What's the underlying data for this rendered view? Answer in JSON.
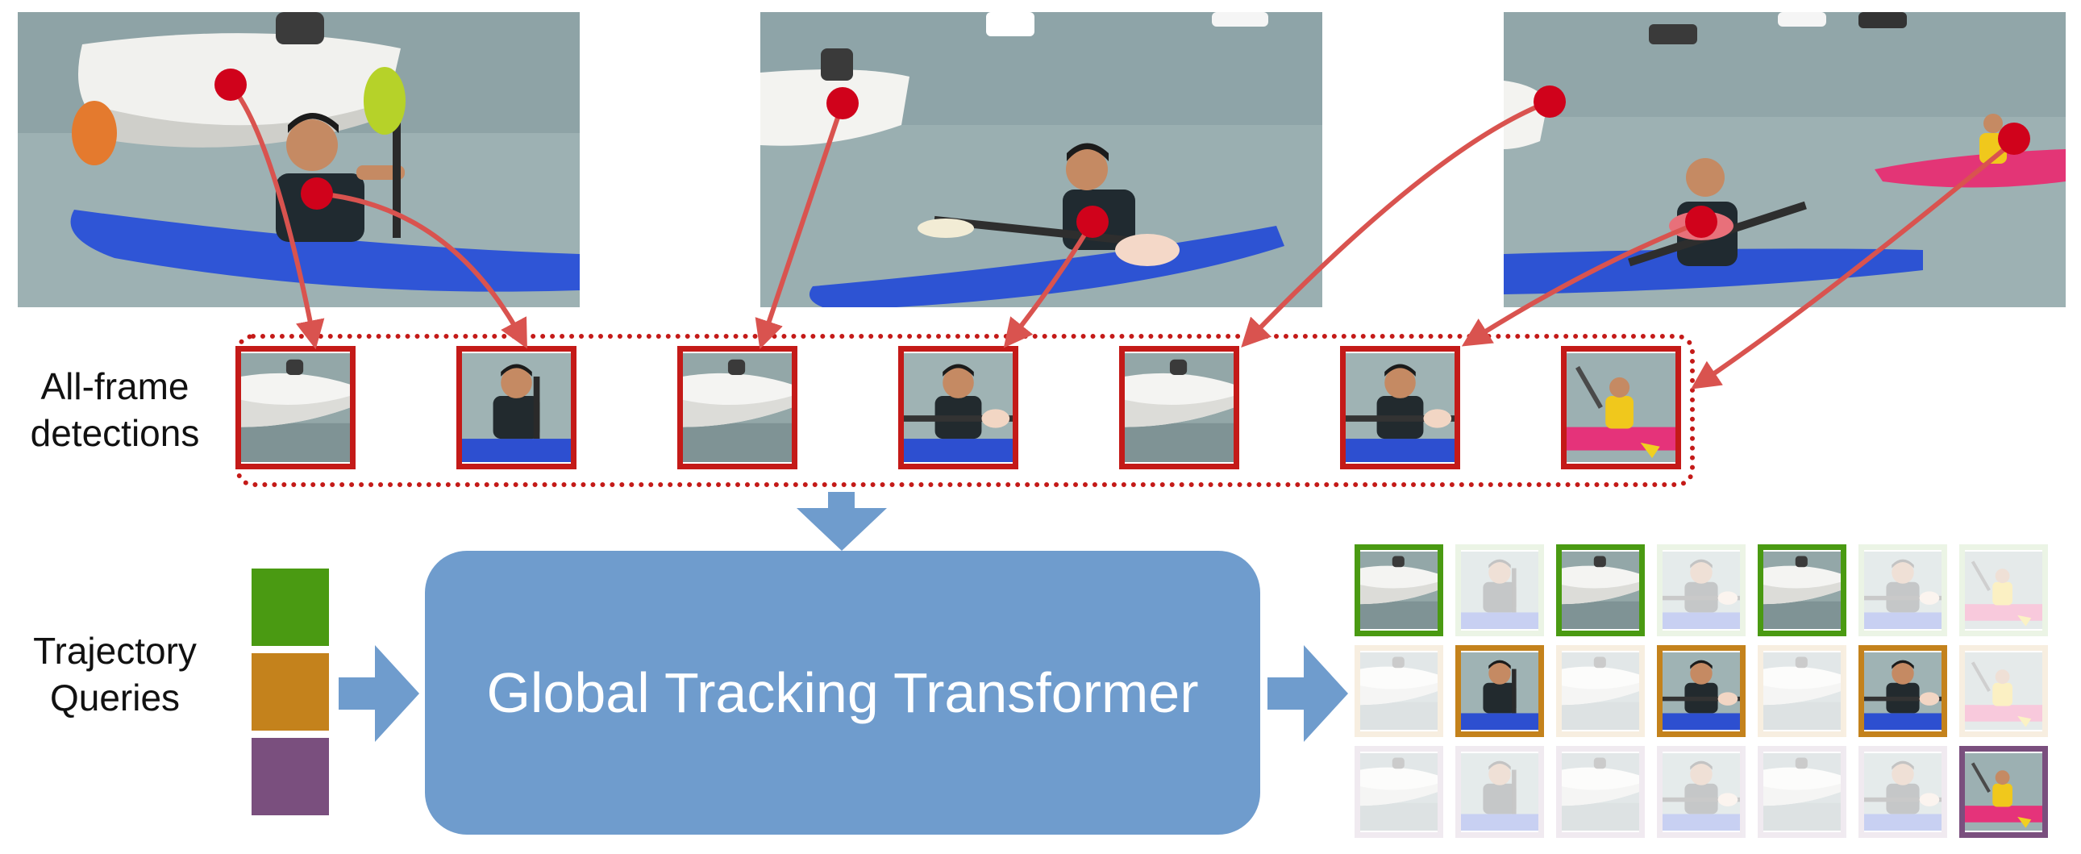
{
  "labels": {
    "detections": "All-frame detections",
    "queries": "Trajectory Queries",
    "transformer": "Global Tracking Transformer"
  },
  "colors": {
    "arrow_red": "#d9534f",
    "dot_red": "#d0021b",
    "box_red": "#c41a18",
    "flow_blue": "#6f9ccd",
    "query_green": "#4a9a12",
    "query_orange": "#c4821c",
    "query_purple": "#7a4f7e"
  },
  "frames": [
    {
      "index": 1,
      "content": "boy in blue kayak with motorboat behind"
    },
    {
      "index": 2,
      "content": "boy paddling blue kayak, boat at left"
    },
    {
      "index": 3,
      "content": "boy in blue kayak, child in pink kayak at right"
    }
  ],
  "detections": [
    {
      "id": 1,
      "object": "boat",
      "frame": 1
    },
    {
      "id": 2,
      "object": "boy",
      "frame": 1
    },
    {
      "id": 3,
      "object": "boat",
      "frame": 2
    },
    {
      "id": 4,
      "object": "boy",
      "frame": 2
    },
    {
      "id": 5,
      "object": "boat",
      "frame": 3
    },
    {
      "id": 6,
      "object": "boy",
      "frame": 3
    },
    {
      "id": 7,
      "object": "child-pink-kayak",
      "frame": 3
    }
  ],
  "queries": [
    {
      "name": "green",
      "color": "#4a9a12"
    },
    {
      "name": "orange",
      "color": "#c4821c"
    },
    {
      "name": "purple",
      "color": "#7a4f7e"
    }
  ],
  "assignment": [
    {
      "query": "green",
      "detections": [
        1,
        3,
        5
      ]
    },
    {
      "query": "orange",
      "detections": [
        2,
        4,
        6
      ]
    },
    {
      "query": "purple",
      "detections": [
        7
      ]
    }
  ]
}
